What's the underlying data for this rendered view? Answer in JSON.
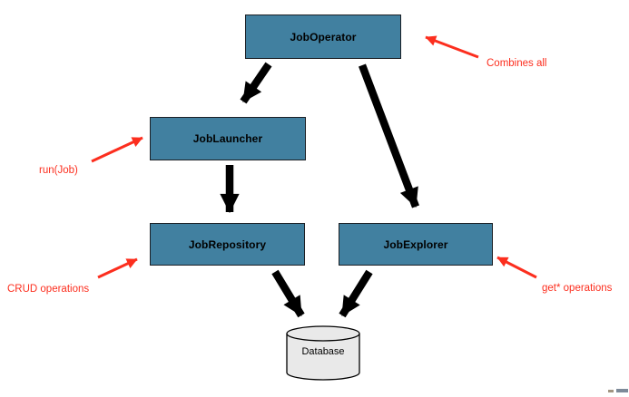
{
  "diagram": {
    "nodes": {
      "job_operator": {
        "label": "JobOperator"
      },
      "job_launcher": {
        "label": "JobLauncher"
      },
      "job_repository": {
        "label": "JobRepository"
      },
      "job_explorer": {
        "label": "JobExplorer"
      },
      "database": {
        "label": "Database"
      }
    },
    "annotations": {
      "combines_all": {
        "label": "Combines all",
        "points_to": "JobOperator"
      },
      "run_job": {
        "label": "run(Job)",
        "points_to": "JobLauncher"
      },
      "crud_ops": {
        "label": "CRUD operations",
        "points_to": "JobRepository"
      },
      "get_ops": {
        "label": "get* operations",
        "points_to": "JobExplorer"
      }
    },
    "edges": [
      {
        "from": "JobOperator",
        "to": "JobLauncher"
      },
      {
        "from": "JobOperator",
        "to": "JobExplorer"
      },
      {
        "from": "JobLauncher",
        "to": "JobRepository"
      },
      {
        "from": "JobRepository",
        "to": "Database"
      },
      {
        "from": "JobExplorer",
        "to": "Database"
      }
    ],
    "colors": {
      "node_fill": "#4180a0",
      "node_border": "#1b1f24",
      "node_text": "#000000",
      "flow_arrow": "#000000",
      "annotation": "#fc2e1e",
      "database_fill": "#e9e9e9",
      "background": "#ffffff"
    }
  }
}
